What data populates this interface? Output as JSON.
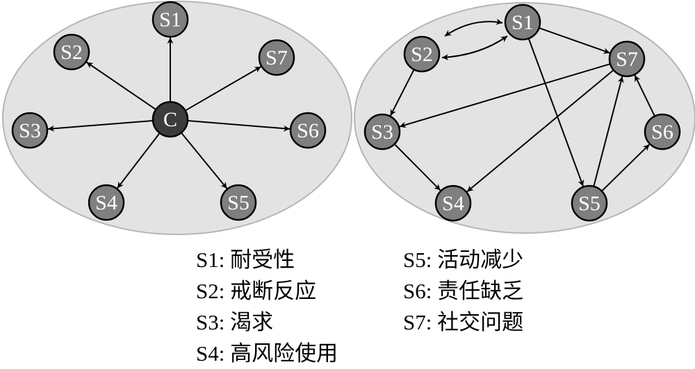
{
  "left_graph": {
    "center": {
      "id": "C",
      "label": "C"
    },
    "nodes": [
      {
        "id": "S1",
        "label": "S1"
      },
      {
        "id": "S2",
        "label": "S2"
      },
      {
        "id": "S3",
        "label": "S3"
      },
      {
        "id": "S4",
        "label": "S4"
      },
      {
        "id": "S5",
        "label": "S5"
      },
      {
        "id": "S6",
        "label": "S6"
      },
      {
        "id": "S7",
        "label": "S7"
      }
    ],
    "edges": [
      [
        "C",
        "S1"
      ],
      [
        "C",
        "S2"
      ],
      [
        "C",
        "S3"
      ],
      [
        "C",
        "S4"
      ],
      [
        "C",
        "S5"
      ],
      [
        "C",
        "S6"
      ],
      [
        "C",
        "S7"
      ]
    ]
  },
  "right_graph": {
    "nodes": [
      {
        "id": "S1",
        "label": "S1"
      },
      {
        "id": "S2",
        "label": "S2"
      },
      {
        "id": "S3",
        "label": "S3"
      },
      {
        "id": "S4",
        "label": "S4"
      },
      {
        "id": "S5",
        "label": "S5"
      },
      {
        "id": "S6",
        "label": "S6"
      },
      {
        "id": "S7",
        "label": "S7"
      }
    ],
    "edges": [
      [
        "S1",
        "S7"
      ],
      [
        "S1",
        "S5"
      ],
      [
        "S2",
        "S3"
      ],
      [
        "S7",
        "S3"
      ],
      [
        "S7",
        "S4"
      ],
      [
        "S3",
        "S4"
      ],
      [
        "S5",
        "S7"
      ],
      [
        "S5",
        "S6"
      ],
      [
        "S6",
        "S7"
      ]
    ],
    "bidirectional_curves": [
      [
        "S1",
        "S2"
      ],
      [
        "S2",
        "S1"
      ]
    ]
  },
  "legend": [
    {
      "text": "S1: 耐受性"
    },
    {
      "text": "S2: 戒断反应"
    },
    {
      "text": "S3: 渴求"
    },
    {
      "text": "S4: 高风险使用"
    },
    {
      "text": "S5: 活动减少"
    },
    {
      "text": "S6: 责任缺乏"
    },
    {
      "text": "S7: 社交问题"
    }
  ],
  "colors": {
    "ellipse": "#e3e3e3",
    "ellipse_stroke": "#b5b5b5",
    "node": "#7f7f7f",
    "center_node": "#3c3c3c",
    "edge": "#000000"
  }
}
